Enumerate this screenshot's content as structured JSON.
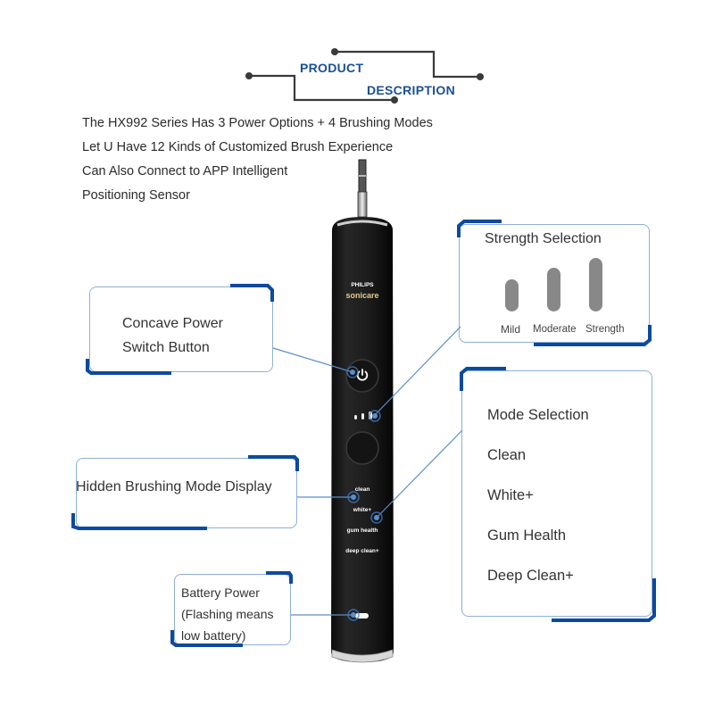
{
  "header": {
    "title_line1": "PRODUCT",
    "title_line2": "DESCRIPTION",
    "accent_color": "#1a4f99",
    "line_color": "#3a3a3a"
  },
  "intro": {
    "lines": [
      "The HX992 Series Has 3 Power Options + 4 Brushing Modes",
      "Let U Have 12 Kinds of Customized Brush Experience",
      "Can Also Connect to APP Intelligent",
      "Positioning Sensor"
    ]
  },
  "product": {
    "brand_top": "PHILIPS",
    "brand_name": "sonicare",
    "power_icon": "power-icon",
    "mode_labels": [
      "clean",
      "white+",
      "gum health",
      "deep clean+"
    ],
    "body_color": "#1b1b1b"
  },
  "callouts": {
    "power_button": {
      "line1": "Concave Power",
      "line2": "Switch Button"
    },
    "strength": {
      "title": "Strength Selection",
      "levels": [
        "Mild",
        "Moderate",
        "Strength"
      ]
    },
    "mode_display": {
      "label": "Hidden Brushing Mode Display"
    },
    "mode_selection": {
      "title": "Mode Selection",
      "modes": [
        "Clean",
        "White+",
        "Gum Health",
        "Deep Clean+"
      ]
    },
    "battery": {
      "line1": "Battery Power",
      "line2": "(Flashing means",
      "line3": "low battery)"
    }
  },
  "colors": {
    "card_border": "#8fb0d8",
    "card_accent": "#0d4a9e",
    "pointer_line": "#5b8fc9"
  }
}
